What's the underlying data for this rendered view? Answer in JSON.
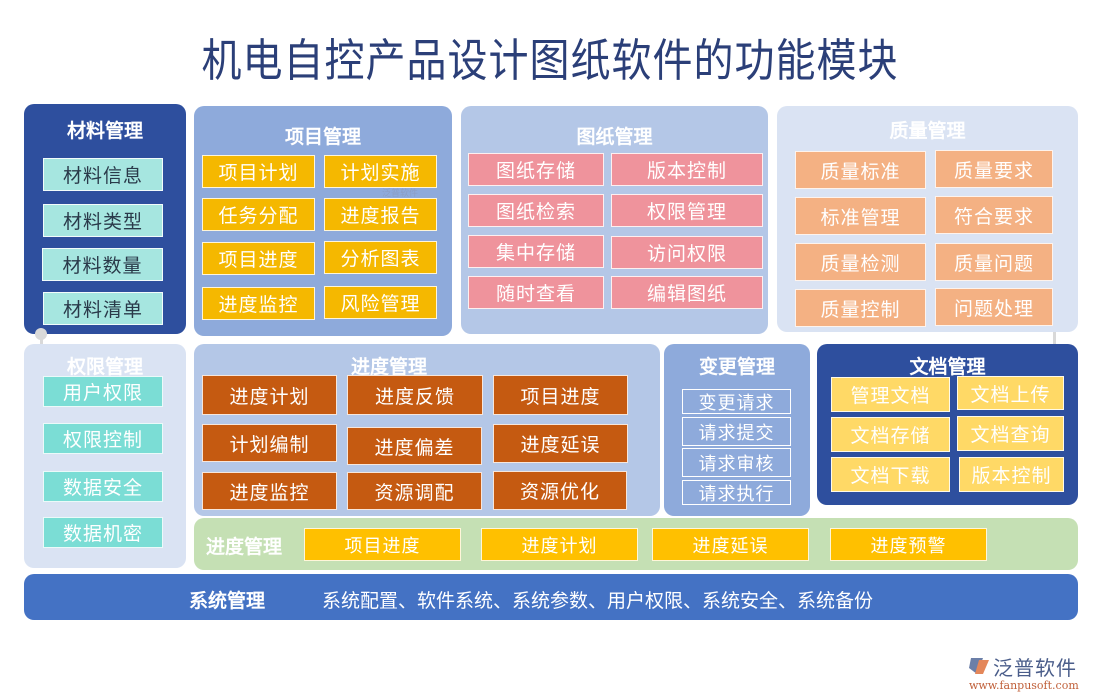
{
  "title": "机电自控产品设计图纸软件的功能模块",
  "material": {
    "title": "材料管理",
    "items": [
      "材料信息",
      "材料类型",
      "材料数量",
      "材料清单"
    ]
  },
  "project": {
    "title": "项目管理",
    "items": [
      "项目计划",
      "计划实施",
      "任务分配",
      "进度报告",
      "项目进度",
      "分析图表",
      "进度监控",
      "风险管理"
    ]
  },
  "drawing": {
    "title": "图纸管理",
    "items": [
      "图纸存储",
      "版本控制",
      "图纸检索",
      "权限管理",
      "集中存储",
      "访问权限",
      "随时查看",
      "编辑图纸"
    ]
  },
  "quality": {
    "title": "质量管理",
    "items": [
      "质量标准",
      "质量要求",
      "标准管理",
      "符合要求",
      "质量检测",
      "质量问题",
      "质量控制",
      "问题处理"
    ]
  },
  "permission": {
    "title": "权限管理",
    "items": [
      "用户权限",
      "权限控制",
      "数据安全",
      "数据机密"
    ]
  },
  "schedule": {
    "title": "进度管理",
    "items": [
      "进度计划",
      "进度反馈",
      "项目进度",
      "计划编制",
      "进度偏差",
      "进度延误",
      "进度监控",
      "资源调配",
      "资源优化"
    ]
  },
  "change": {
    "title": "变更管理",
    "items": [
      "变更请求",
      "请求提交",
      "请求审核",
      "请求执行"
    ]
  },
  "document": {
    "title": "文档管理",
    "items": [
      "管理文档",
      "文档上传",
      "文档存储",
      "文档查询",
      "文档下载",
      "版本控制"
    ]
  },
  "progress_bar": {
    "title": "进度管理",
    "items": [
      "项目进度",
      "进度计划",
      "进度延误",
      "进度预警"
    ]
  },
  "system": {
    "title": "系统管理",
    "text": "系统配置、软件系统、系统参数、用户权限、系统安全、系统备份"
  },
  "logo": {
    "name": "泛普软件",
    "url": "www.fanpusoft.com"
  },
  "watermark": "泛普软件",
  "colors": {
    "dark_blue": "#2e4f9e",
    "mid_blue": "#8eaadb",
    "light_blue": "#b4c7e7",
    "pale_blue": "#dae3f3",
    "green": "#c5e0b4",
    "system_blue": "#4472c4"
  }
}
